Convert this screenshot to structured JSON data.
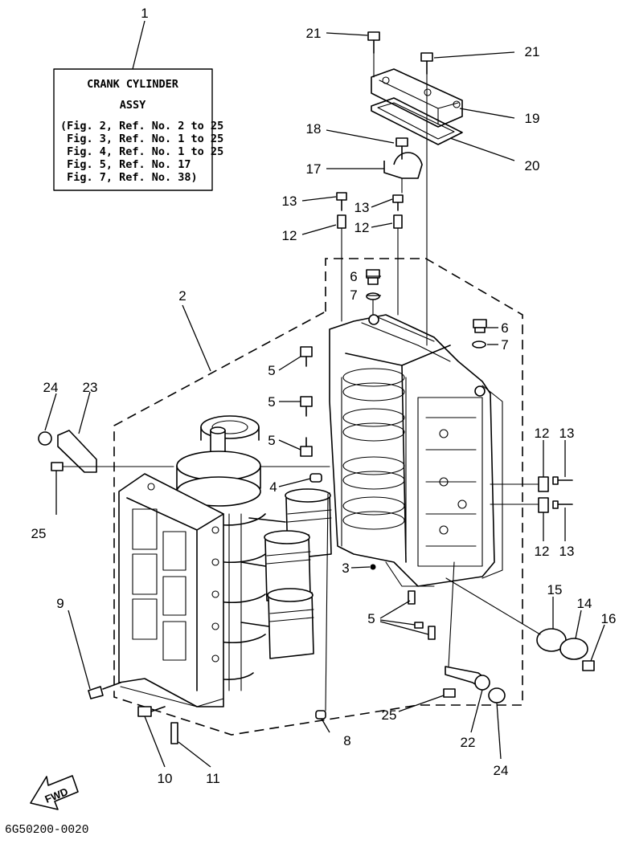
{
  "assy_box": {
    "title_line1": "CRANK CYLINDER",
    "title_line2": "ASSY",
    "refs": [
      "(Fig. 2, Ref. No. 2 to 25",
      " Fig. 3, Ref. No. 1 to 25",
      " Fig. 4, Ref. No. 1 to 25",
      " Fig. 5, Ref. No. 17",
      " Fig. 7, Ref. No. 38)"
    ]
  },
  "fwd_label": "FWD",
  "diagram_code": "6G50200-0020",
  "callouts": [
    {
      "id": "c-1",
      "text": "1"
    },
    {
      "id": "c-2",
      "text": "2"
    },
    {
      "id": "c-3",
      "text": "3"
    },
    {
      "id": "c-4",
      "text": "4"
    },
    {
      "id": "c-5a",
      "text": "5"
    },
    {
      "id": "c-5b",
      "text": "5"
    },
    {
      "id": "c-5c",
      "text": "5"
    },
    {
      "id": "c-5d",
      "text": "5"
    },
    {
      "id": "c-6a",
      "text": "6"
    },
    {
      "id": "c-6b",
      "text": "6"
    },
    {
      "id": "c-7a",
      "text": "7"
    },
    {
      "id": "c-7b",
      "text": "7"
    },
    {
      "id": "c-8",
      "text": "8"
    },
    {
      "id": "c-9",
      "text": "9"
    },
    {
      "id": "c-10",
      "text": "10"
    },
    {
      "id": "c-11",
      "text": "11"
    },
    {
      "id": "c-12a",
      "text": "12"
    },
    {
      "id": "c-12b",
      "text": "12"
    },
    {
      "id": "c-12c",
      "text": "12"
    },
    {
      "id": "c-12d",
      "text": "12"
    },
    {
      "id": "c-13a",
      "text": "13"
    },
    {
      "id": "c-13b",
      "text": "13"
    },
    {
      "id": "c-13c",
      "text": "13"
    },
    {
      "id": "c-13d",
      "text": "13"
    },
    {
      "id": "c-14",
      "text": "14"
    },
    {
      "id": "c-15",
      "text": "15"
    },
    {
      "id": "c-16",
      "text": "16"
    },
    {
      "id": "c-17",
      "text": "17"
    },
    {
      "id": "c-18",
      "text": "18"
    },
    {
      "id": "c-19",
      "text": "19"
    },
    {
      "id": "c-20",
      "text": "20"
    },
    {
      "id": "c-21a",
      "text": "21"
    },
    {
      "id": "c-21b",
      "text": "21"
    },
    {
      "id": "c-22",
      "text": "22"
    },
    {
      "id": "c-23",
      "text": "23"
    },
    {
      "id": "c-24a",
      "text": "24"
    },
    {
      "id": "c-24b",
      "text": "24"
    },
    {
      "id": "c-25a",
      "text": "25"
    },
    {
      "id": "c-25b",
      "text": "25"
    }
  ]
}
